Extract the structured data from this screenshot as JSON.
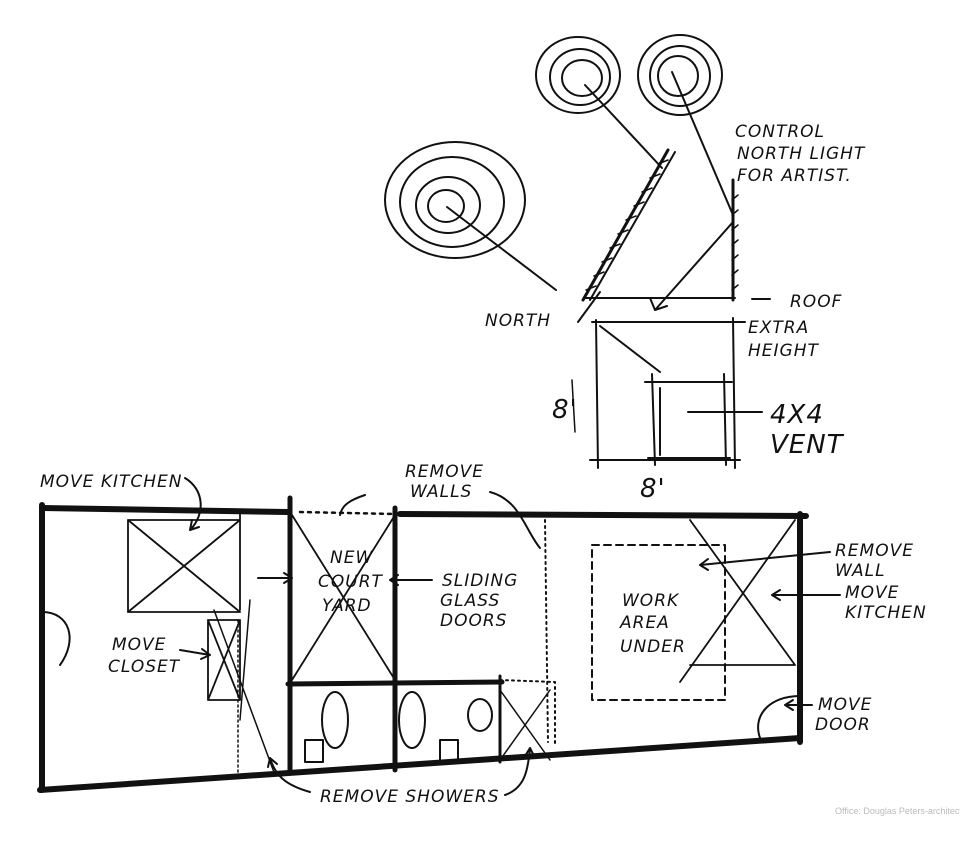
{
  "sketch": {
    "section": {
      "note": [
        "CONTROL",
        "NORTH LIGHT",
        "FOR ARTIST."
      ],
      "north": "NORTH",
      "roof": "ROOF",
      "extra_height": [
        "EXTRA",
        "HEIGHT"
      ],
      "dim_height": "8'",
      "dim_width": "8'",
      "vent": [
        "4X4",
        "VENT"
      ]
    },
    "plan": {
      "move_kitchen_left": "MOVE KITCHEN",
      "remove_walls": [
        "REMOVE",
        "WALLS"
      ],
      "new_court_yard": [
        "NEW",
        "COURT",
        "YARD"
      ],
      "sliding_glass_doors": [
        "SLIDING",
        "GLASS",
        "DOORS"
      ],
      "work_area_under": [
        "WORK",
        "AREA",
        "UNDER"
      ],
      "remove_wall": [
        "REMOVE",
        "WALL"
      ],
      "move_kitchen_right": [
        "MOVE",
        "KITCHEN"
      ],
      "move_closet": [
        "MOVE",
        "CLOSET"
      ],
      "move_door": [
        "MOVE",
        "DOOR"
      ],
      "remove_showers": "REMOVE SHOWERS"
    },
    "credit": "Office: Douglas Peters-architect"
  }
}
